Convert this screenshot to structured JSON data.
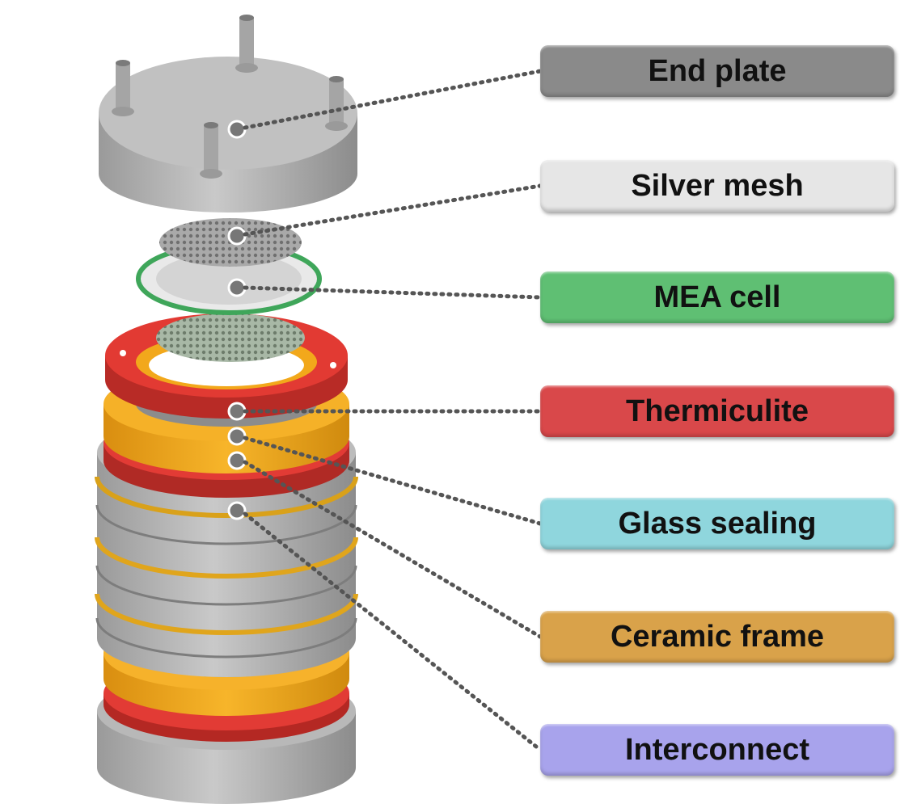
{
  "labels": [
    {
      "text": "End plate",
      "color": "#8a8a8a"
    },
    {
      "text": "Silver mesh",
      "color": "#e6e6e6"
    },
    {
      "text": "MEA cell",
      "color": "#5fbf73"
    },
    {
      "text": "Thermiculite",
      "color": "#d9484a"
    },
    {
      "text": "Glass sealing",
      "color": "#8fd6dd"
    },
    {
      "text": "Ceramic frame",
      "color": "#d9a24a"
    },
    {
      "text": "Interconnect",
      "color": "#a8a3ec"
    }
  ],
  "colors": {
    "metal": "#bdbdbd",
    "metal_dark": "#8f8f8f",
    "thermiculite": "#e03a34",
    "ceramic_frame": "#f2a81b",
    "mea_ring": "#3fa65a"
  }
}
